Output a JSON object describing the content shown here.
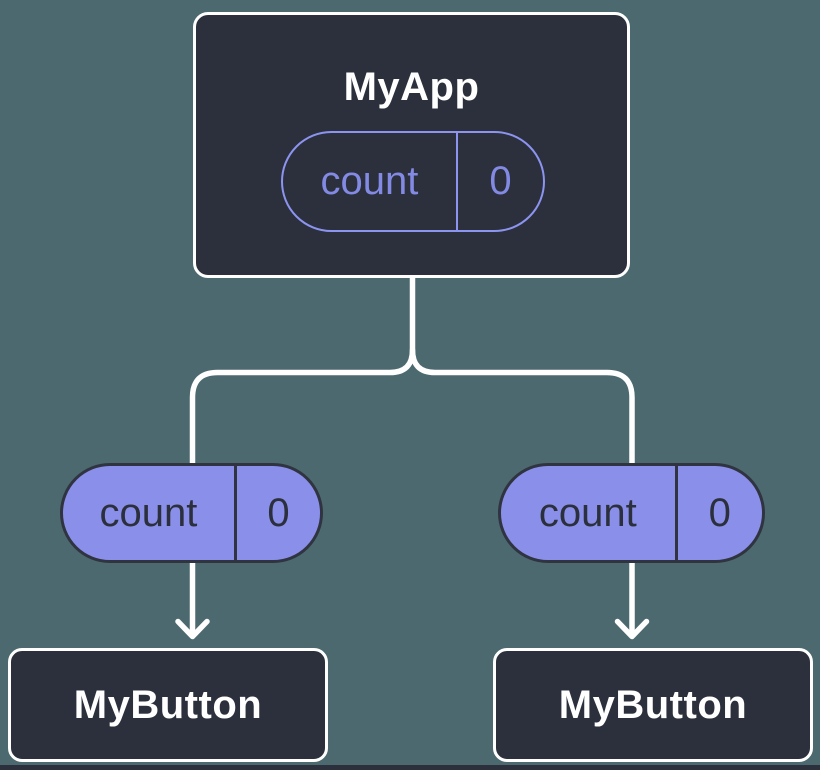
{
  "root": {
    "title": "MyApp",
    "prop": {
      "name": "count",
      "value": "0"
    }
  },
  "children": [
    {
      "title": "MyButton",
      "prop": {
        "name": "count",
        "value": "0"
      }
    },
    {
      "title": "MyButton",
      "prop": {
        "name": "count",
        "value": "0"
      }
    }
  ],
  "colors": {
    "background": "#4C6970",
    "card_fill": "#2B303C",
    "card_border": "#FFFFFF",
    "accent_purple_fill": "#8A90E9",
    "accent_purple_outline": "#8C94F0",
    "prop_text_on_dark": "#838AE3",
    "prop_text_on_purple": "#2B303C",
    "connector_line": "#FFFFFF"
  }
}
